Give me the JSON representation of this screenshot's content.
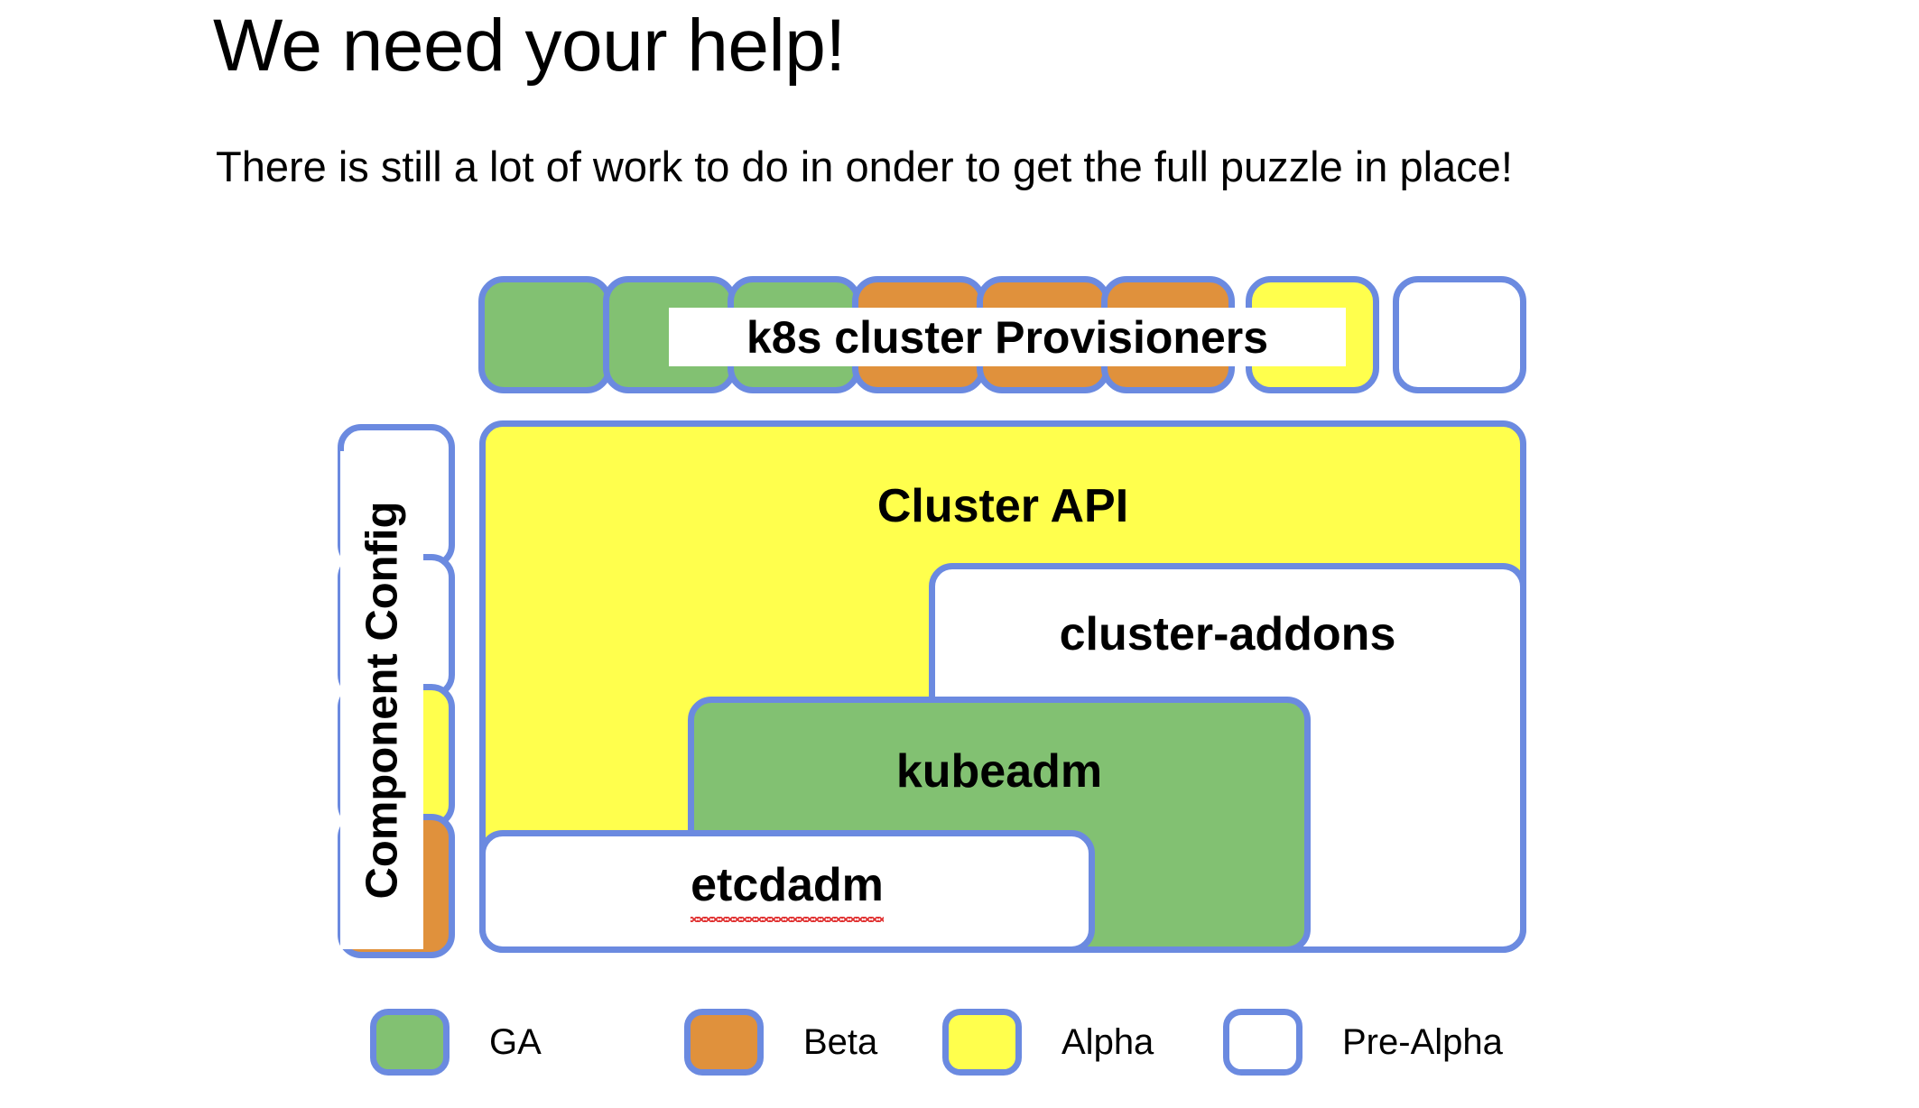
{
  "slide": {
    "title": "We need your help!",
    "subtitle": "There is still a lot of work to do in onder to get the full puzzle in place!"
  },
  "colors": {
    "border": "#6b8ae0",
    "ga": "#82c172",
    "beta": "#e0913c",
    "alpha": "#ffff4d",
    "prealpha": "#ffffff",
    "text": "#000000",
    "spellcheck": "#e03131",
    "background": "#ffffff"
  },
  "provisioners": {
    "caption": "k8s cluster Provisioners",
    "pieces": [
      {
        "status": "GA",
        "status_key": "ga"
      },
      {
        "status": "GA",
        "status_key": "ga"
      },
      {
        "status": "GA",
        "status_key": "ga"
      },
      {
        "status": "Beta",
        "status_key": "beta"
      },
      {
        "status": "Beta",
        "status_key": "beta"
      },
      {
        "status": "Beta",
        "status_key": "beta"
      },
      {
        "status": "Alpha",
        "status_key": "alpha"
      },
      {
        "status": "Pre-Alpha",
        "status_key": "prealpha"
      }
    ]
  },
  "component_config": {
    "caption": "Component Config",
    "pieces": [
      {
        "status": "Pre-Alpha",
        "status_key": "prealpha"
      },
      {
        "status": "Pre-Alpha",
        "status_key": "prealpha"
      },
      {
        "status": "Alpha",
        "status_key": "alpha"
      },
      {
        "status": "Beta",
        "status_key": "beta"
      }
    ]
  },
  "boxes": {
    "cluster_api": {
      "label": "Cluster API",
      "status": "Alpha",
      "status_key": "alpha"
    },
    "cluster_addons": {
      "label": "cluster-addons",
      "status": "Pre-Alpha",
      "status_key": "prealpha"
    },
    "kubeadm": {
      "label": "kubeadm",
      "status": "GA",
      "status_key": "ga"
    },
    "etcdadm": {
      "label": "etcdadm",
      "status": "Pre-Alpha",
      "status_key": "prealpha",
      "spellcheck_flagged": true
    }
  },
  "legend": {
    "items": [
      {
        "label": "GA",
        "status_key": "ga"
      },
      {
        "label": "Beta",
        "status_key": "beta"
      },
      {
        "label": "Alpha",
        "status_key": "alpha"
      },
      {
        "label": "Pre-Alpha",
        "status_key": "prealpha"
      }
    ]
  }
}
